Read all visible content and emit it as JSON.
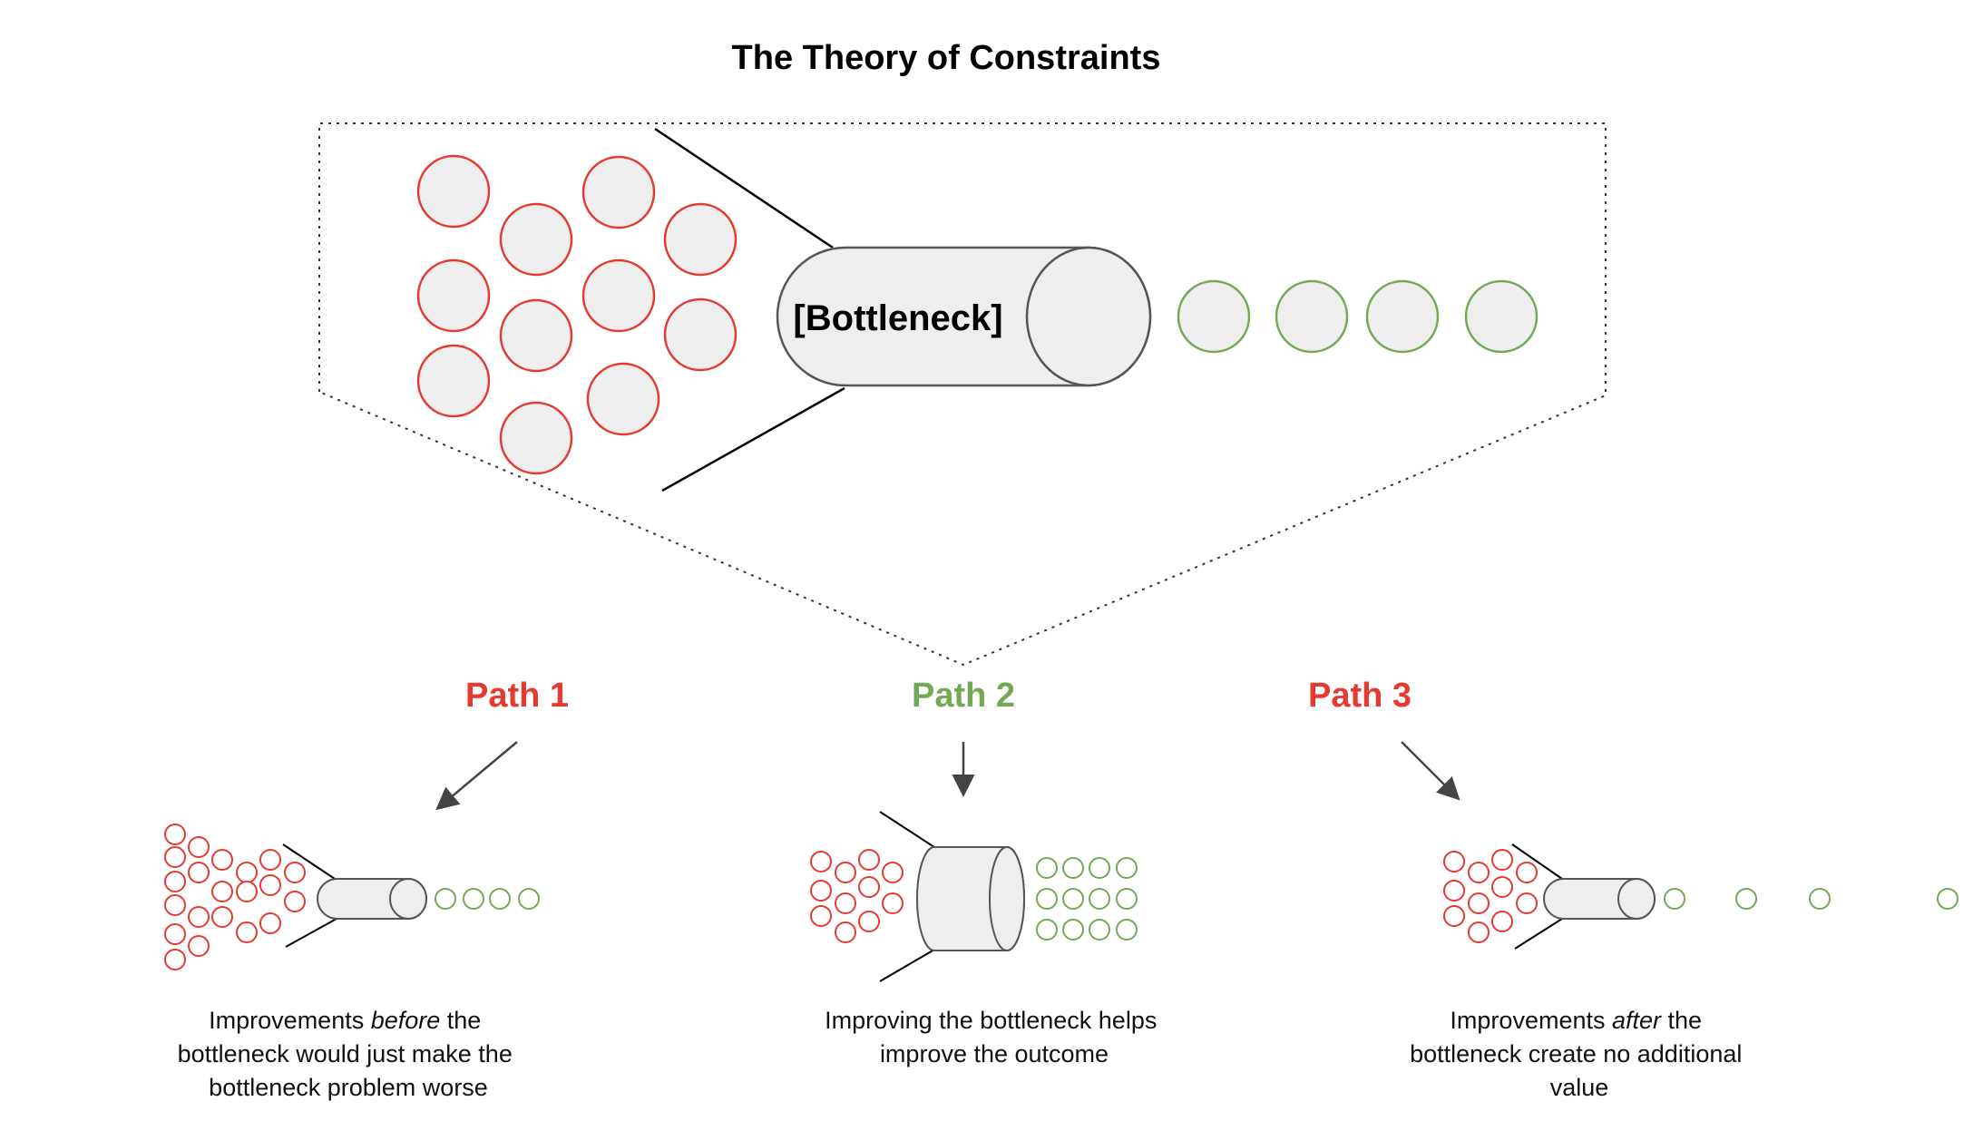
{
  "title": "The Theory of Constraints",
  "main": {
    "bottleneck_label": "[Bottleneck]"
  },
  "paths": [
    {
      "label": "Path 1",
      "caption_lines": [
        [
          "Improvements ",
          "before",
          " the"
        ],
        [
          "bottleneck would just make the"
        ],
        [
          "bottleneck problem worse"
        ]
      ]
    },
    {
      "label": "Path 2",
      "caption_lines": [
        [
          "Improving the bottleneck helps"
        ],
        [
          "improve the outcome"
        ]
      ]
    },
    {
      "label": "Path 3",
      "caption_lines": [
        [
          "Improvements ",
          "after",
          " the"
        ],
        [
          "bottleneck create no additional"
        ],
        [
          "value"
        ]
      ]
    }
  ],
  "colors": {
    "input_circle_stroke": "#e53a2f",
    "output_circle_stroke": "#73a855",
    "circle_fill": "#eeeeee",
    "path1_label": "#e53a2f",
    "path2_label": "#73a855",
    "path3_label": "#e53a2f"
  }
}
